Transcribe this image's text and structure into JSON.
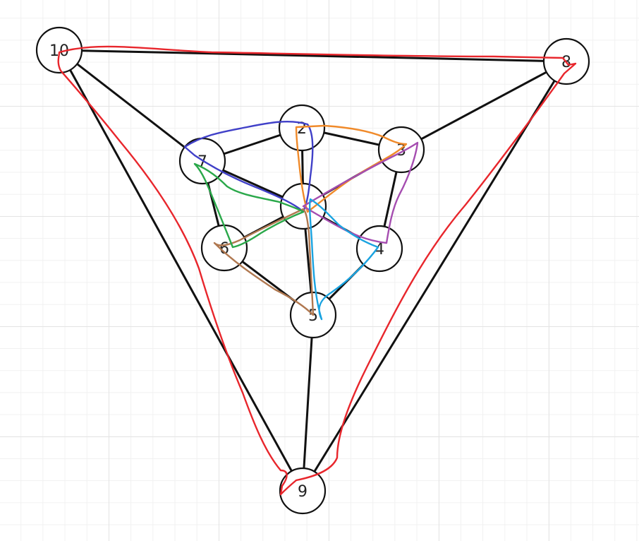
{
  "graph": {
    "nodes": [
      {
        "id": "1",
        "label": ""
      },
      {
        "id": "2",
        "label": "2"
      },
      {
        "id": "3",
        "label": "3"
      },
      {
        "id": "4",
        "label": "4"
      },
      {
        "id": "5",
        "label": "5"
      },
      {
        "id": "6",
        "label": "6"
      },
      {
        "id": "7",
        "label": "7"
      },
      {
        "id": "8",
        "label": "8"
      },
      {
        "id": "9",
        "label": "9"
      },
      {
        "id": "10",
        "label": "10"
      }
    ],
    "edges": [
      [
        "10",
        "8"
      ],
      [
        "10",
        "9"
      ],
      [
        "8",
        "9"
      ],
      [
        "10",
        "7"
      ],
      [
        "8",
        "3"
      ],
      [
        "9",
        "5"
      ],
      [
        "7",
        "2"
      ],
      [
        "2",
        "3"
      ],
      [
        "3",
        "4"
      ],
      [
        "4",
        "5"
      ],
      [
        "5",
        "6"
      ],
      [
        "6",
        "7"
      ],
      [
        "1",
        "2"
      ],
      [
        "1",
        "3"
      ],
      [
        "1",
        "4"
      ],
      [
        "1",
        "5"
      ],
      [
        "1",
        "6"
      ],
      [
        "1",
        "7"
      ]
    ],
    "colors": {
      "edge": "#111111",
      "node_stroke": "#111111",
      "node_fill": "#ffffff",
      "cycle_outer": "#e8262c",
      "cycle_blue": "#4040c8",
      "cycle_orange": "#f08a2a",
      "cycle_purple": "#a54db0",
      "cycle_cyan": "#1aa3e0",
      "cycle_brown": "#b07850",
      "cycle_green": "#2aa84a"
    }
  }
}
